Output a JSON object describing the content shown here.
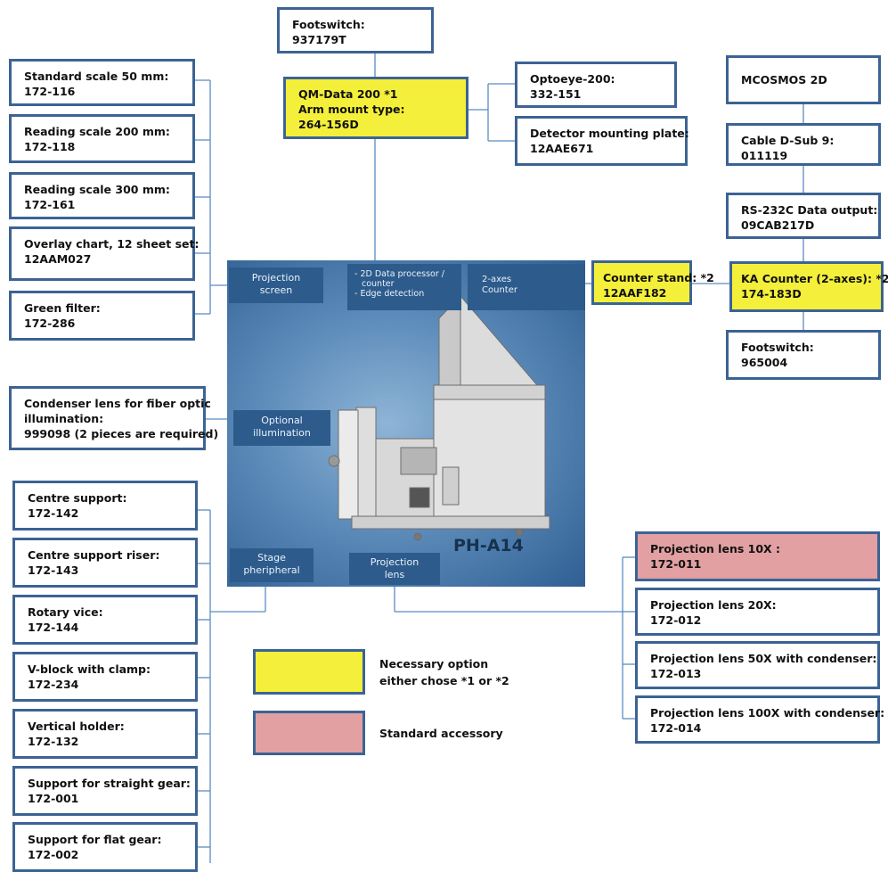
{
  "colors": {
    "necessary": "#f4ef3a",
    "standard": "#e2a0a2",
    "border": "#3c6394",
    "center_bg": "#4a79aa",
    "label_bg": "#2d5b8c"
  },
  "footswitch_top": [
    "Footswitch:",
    "937179T"
  ],
  "qm_data": [
    "QM-Data 200  *1",
    "Arm mount type:",
    "264-156D"
  ],
  "optoeye": [
    "Optoeye-200:",
    "332-151"
  ],
  "detector_plate": [
    "Detector mounting plate:",
    "12AAE671"
  ],
  "mcosmos": [
    "MCOSMOS 2D"
  ],
  "cable": [
    "Cable D-Sub 9:",
    "011119"
  ],
  "rs232": [
    "RS-232C Data output:",
    "09CAB217D"
  ],
  "counter_stand": [
    "Counter stand: *2",
    "12AAF182"
  ],
  "ka_counter": [
    "KA Counter (2-axes): *2",
    "174-183D"
  ],
  "footswitch_right": [
    "Footswitch:",
    "965004"
  ],
  "screen_items": [
    [
      "Standard  scale 50 mm:",
      "172-116"
    ],
    [
      "Reading scale 200 mm:",
      "172-118"
    ],
    [
      "Reading scale 300 mm:",
      "172-161"
    ],
    [
      "Overlay chart, 12 sheet set:",
      "12AAM027"
    ],
    [
      "Green filter:",
      "172-286"
    ]
  ],
  "condenser": [
    "Condenser lens for fiber optic",
    "illumination:",
    "999098 (2 pieces are required)"
  ],
  "stage_items": [
    [
      "Centre support:",
      "172-142"
    ],
    [
      "Centre support riser:",
      "172-143"
    ],
    [
      "Rotary vice:",
      "172-144"
    ],
    [
      "V-block with clamp:",
      "172-234"
    ],
    [
      "Vertical holder:",
      "172-132"
    ],
    [
      "Support for straight gear:",
      "172-001"
    ],
    [
      "Support for flat gear:",
      "172-002"
    ]
  ],
  "lens_items": [
    [
      "Projection lens 10X :",
      "172-011"
    ],
    [
      "Projection lens 20X:",
      "172-012"
    ],
    [
      "Projection lens 50X with condenser:",
      "172-013"
    ],
    [
      "Projection lens 100X with condenser:",
      "172-014"
    ]
  ],
  "center": {
    "projection_screen": [
      "Projection",
      "screen"
    ],
    "data_processor": [
      "- 2D Data processor /",
      "counter",
      "- Edge detection"
    ],
    "counter_2axes": [
      "2-axes",
      "Counter"
    ],
    "optional_illumination": [
      "Optional",
      "illumination"
    ],
    "stage_peripheral": [
      "Stage",
      "pheripheral"
    ],
    "projection_lens": [
      "Projection",
      "lens"
    ],
    "model": "PH-A14"
  },
  "legend": {
    "necessary": [
      "Necessary option",
      "either chose *1 or *2"
    ],
    "standard": [
      "Standard accessory"
    ]
  }
}
